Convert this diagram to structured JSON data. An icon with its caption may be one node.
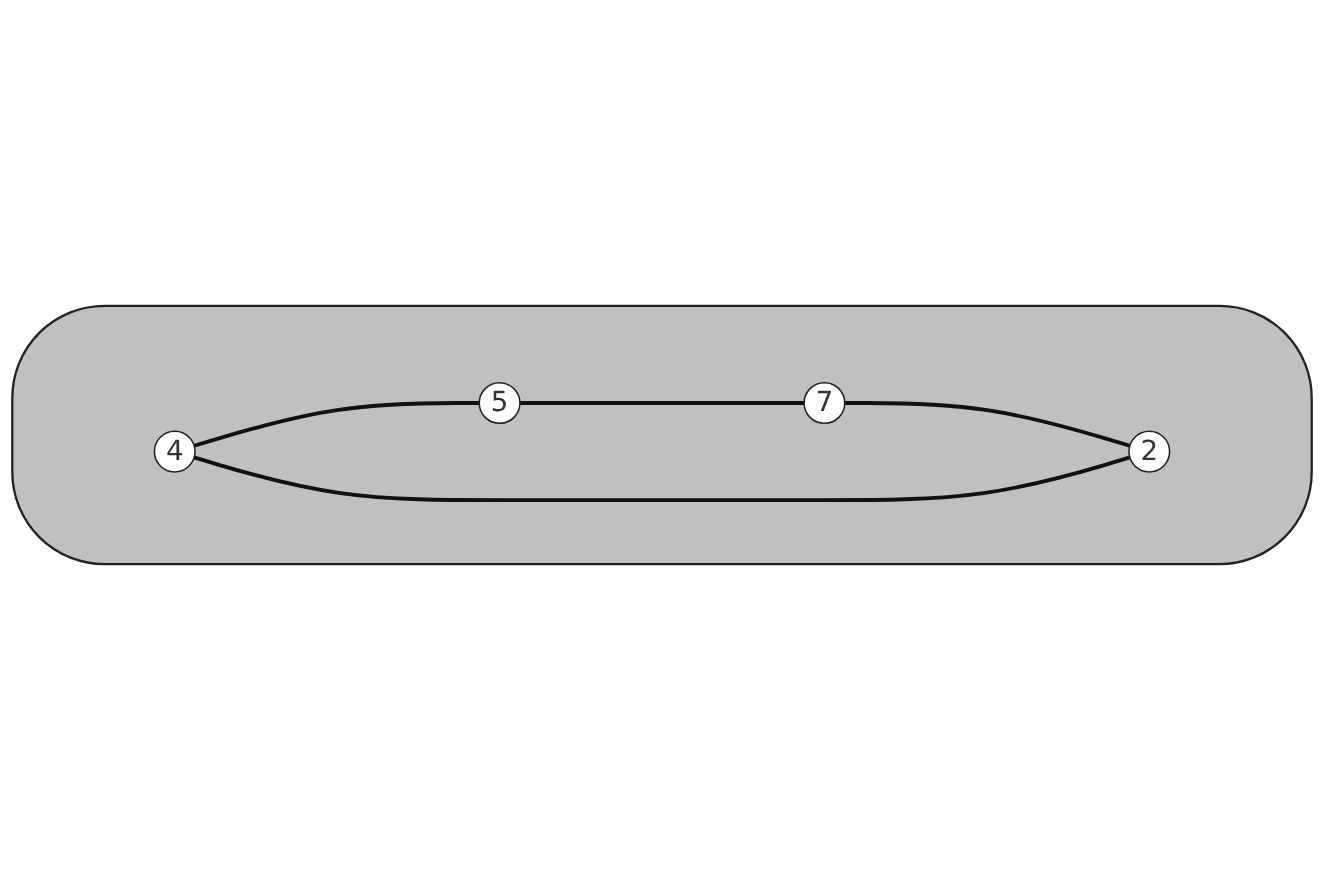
{
  "diagram": {
    "nodes": [
      {
        "text": [],
        "shape": "cloud"
      },
      {
        "text": [
          "4"
        ],
        "in": 0
      },
      {
        "text": [
          "5"
        ],
        "in": 0
      },
      {
        "text": [
          "2"
        ],
        "in": 0
      },
      {
        "text": [
          "7"
        ],
        "in": 0
      }
    ],
    "edges": [
      {
        "from": 1,
        "to": 2,
        "arrow": "none"
      },
      {
        "from": 2,
        "to": 4,
        "arrow": "none"
      },
      {
        "from": 4,
        "to": 3,
        "arrow": "none"
      },
      {
        "from": 3,
        "to": 1,
        "arrow": "none"
      }
    ]
  }
}
